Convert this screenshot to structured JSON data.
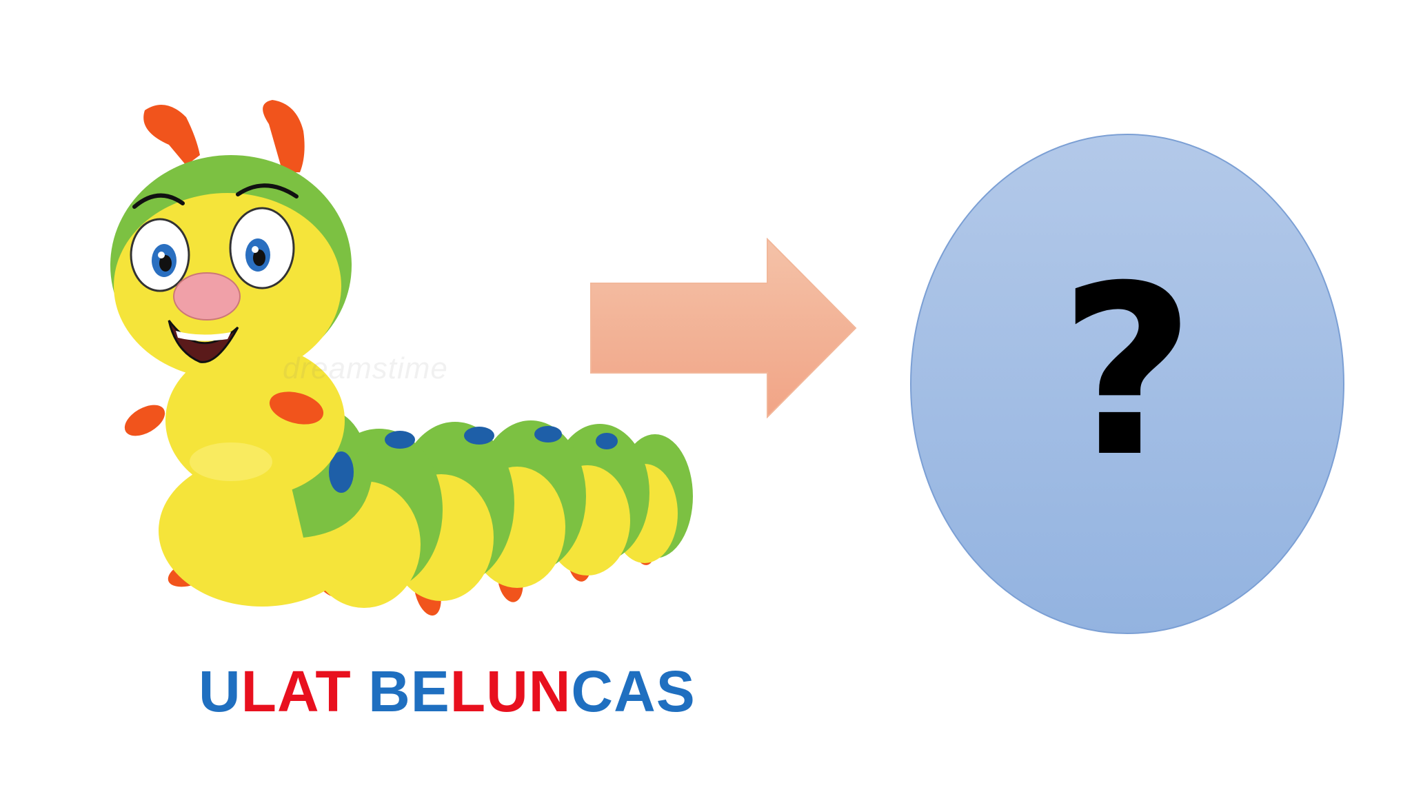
{
  "watermark": "dreamstime",
  "title": {
    "segments": [
      {
        "text": "U",
        "color": "#1f6fc0"
      },
      {
        "text": "LAT",
        "color": "#e8101e"
      },
      {
        "text": " ",
        "color": "#1f6fc0"
      },
      {
        "text": "BE",
        "color": "#1f6fc0"
      },
      {
        "text": "LUN",
        "color": "#e8101e"
      },
      {
        "text": "CAS",
        "color": "#1f6fc0"
      }
    ]
  },
  "question_mark": "?",
  "colors": {
    "arrow_top": "#f4c2a8",
    "arrow_bottom": "#f1a486",
    "egg_top": "#b3c9e9",
    "egg_bottom": "#93b3e0",
    "egg_border": "#7b9fd4"
  }
}
